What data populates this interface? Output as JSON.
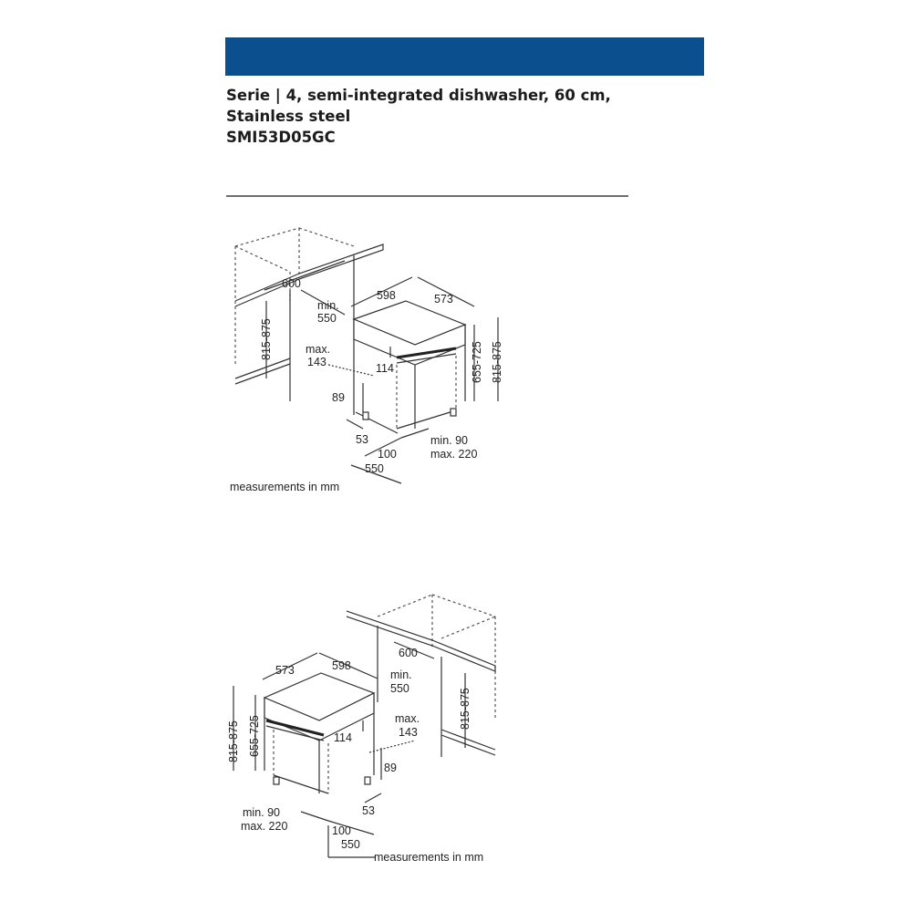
{
  "header": {
    "banner_color": "#0b4f8e",
    "title_line1": "Serie | 4, semi-integrated dishwasher, 60 cm,",
    "title_line2": "Stainless steel",
    "model": "SMI53D05GC"
  },
  "drawing_top": {
    "labels": {
      "niche_width": "600",
      "min_label": "min.",
      "min_value": "550",
      "width": "598",
      "depth": "573",
      "height_left": "815-875",
      "height_right_inner": "655-725",
      "height_right_outer": "815-875",
      "max_label": "max.",
      "max_value": "143",
      "panel": "114",
      "plinth": "89",
      "foot": "53",
      "gap": "100",
      "depth_bottom": "550",
      "min90": "min. 90",
      "max220": "max. 220"
    },
    "caption": "measurements in mm"
  },
  "drawing_bottom": {
    "labels": {
      "niche_width": "600",
      "min_label": "min.",
      "min_value": "550",
      "width": "598",
      "depth": "573",
      "height_left_outer": "815-875",
      "height_left_inner": "655-725",
      "height_right": "815-875",
      "max_label": "max.",
      "max_value": "143",
      "panel": "114",
      "plinth": "89",
      "foot": "53",
      "gap": "100",
      "depth_bottom": "550",
      "min90": "min. 90",
      "max220": "max. 220"
    },
    "caption": "measurements in mm"
  }
}
